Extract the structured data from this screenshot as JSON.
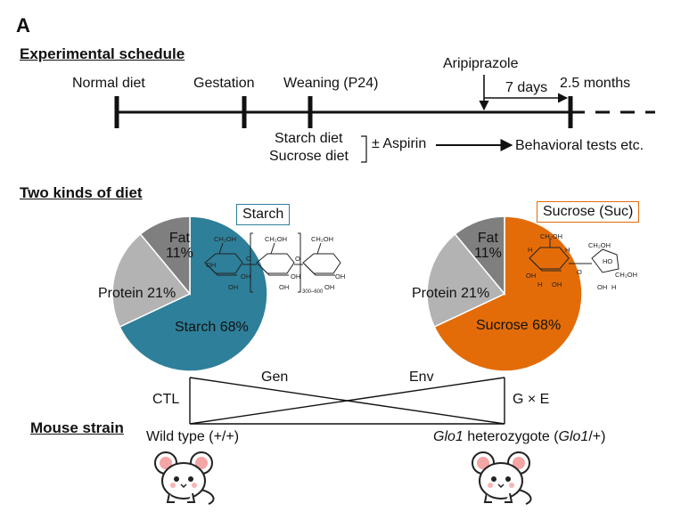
{
  "panel_label": "A",
  "schedule": {
    "heading": "Experimental schedule",
    "normal_diet": "Normal diet",
    "gestation": "Gestation",
    "weaning": "Weaning (P24)",
    "aripiprazole": "Aripiprazole",
    "seven_days": "7 days",
    "two_half_months": "2.5 months",
    "starch_diet": "Starch diet",
    "sucrose_diet": "Sucrose diet",
    "aspirin": "± Aspirin",
    "behavioral": "Behavioral tests etc."
  },
  "diets": {
    "heading": "Two kinds of diet",
    "starch_box": "Starch",
    "sucrose_box": "Sucrose (Suc)",
    "starch_pie": [
      {
        "label": "Starch",
        "value": 68,
        "color": "#2e7f99"
      },
      {
        "label": "Protein",
        "value": 21,
        "color": "#b3b3b3"
      },
      {
        "label": "Fat",
        "value": 11,
        "color": "#7f7f7f"
      }
    ],
    "sucrose_pie": [
      {
        "label": "Sucrose",
        "value": 68,
        "color": "#e36c09"
      },
      {
        "label": "Protein",
        "value": 21,
        "color": "#b3b3b3"
      },
      {
        "label": "Fat",
        "value": 11,
        "color": "#7f7f7f"
      }
    ],
    "starch_pct_label": "Starch 68%",
    "sucrose_pct_label": "Sucrose 68%",
    "protein_pct_label": "Protein 21%",
    "fat_label": "Fat",
    "fat_pct": "11%"
  },
  "structure_labels": {
    "oh": "OH",
    "h": "H",
    "ch2oh": "CH₂OH",
    "o": "O",
    "repeat": "300–600",
    "ho": "HO"
  },
  "design": {
    "gen": "Gen",
    "env": "Env",
    "ctl": "CTL",
    "gxe": "G × E"
  },
  "strains": {
    "heading": "Mouse strain",
    "wild_type": "Wild type (+/+)",
    "glo1_italic": "Glo1",
    "glo1_mid": " heterozygote (",
    "glo1_italic2": "Glo1",
    "glo1_end": "/+)"
  },
  "icons": [
    "mouse-icon",
    "glucose-chain-structure",
    "sucrose-structure"
  ]
}
